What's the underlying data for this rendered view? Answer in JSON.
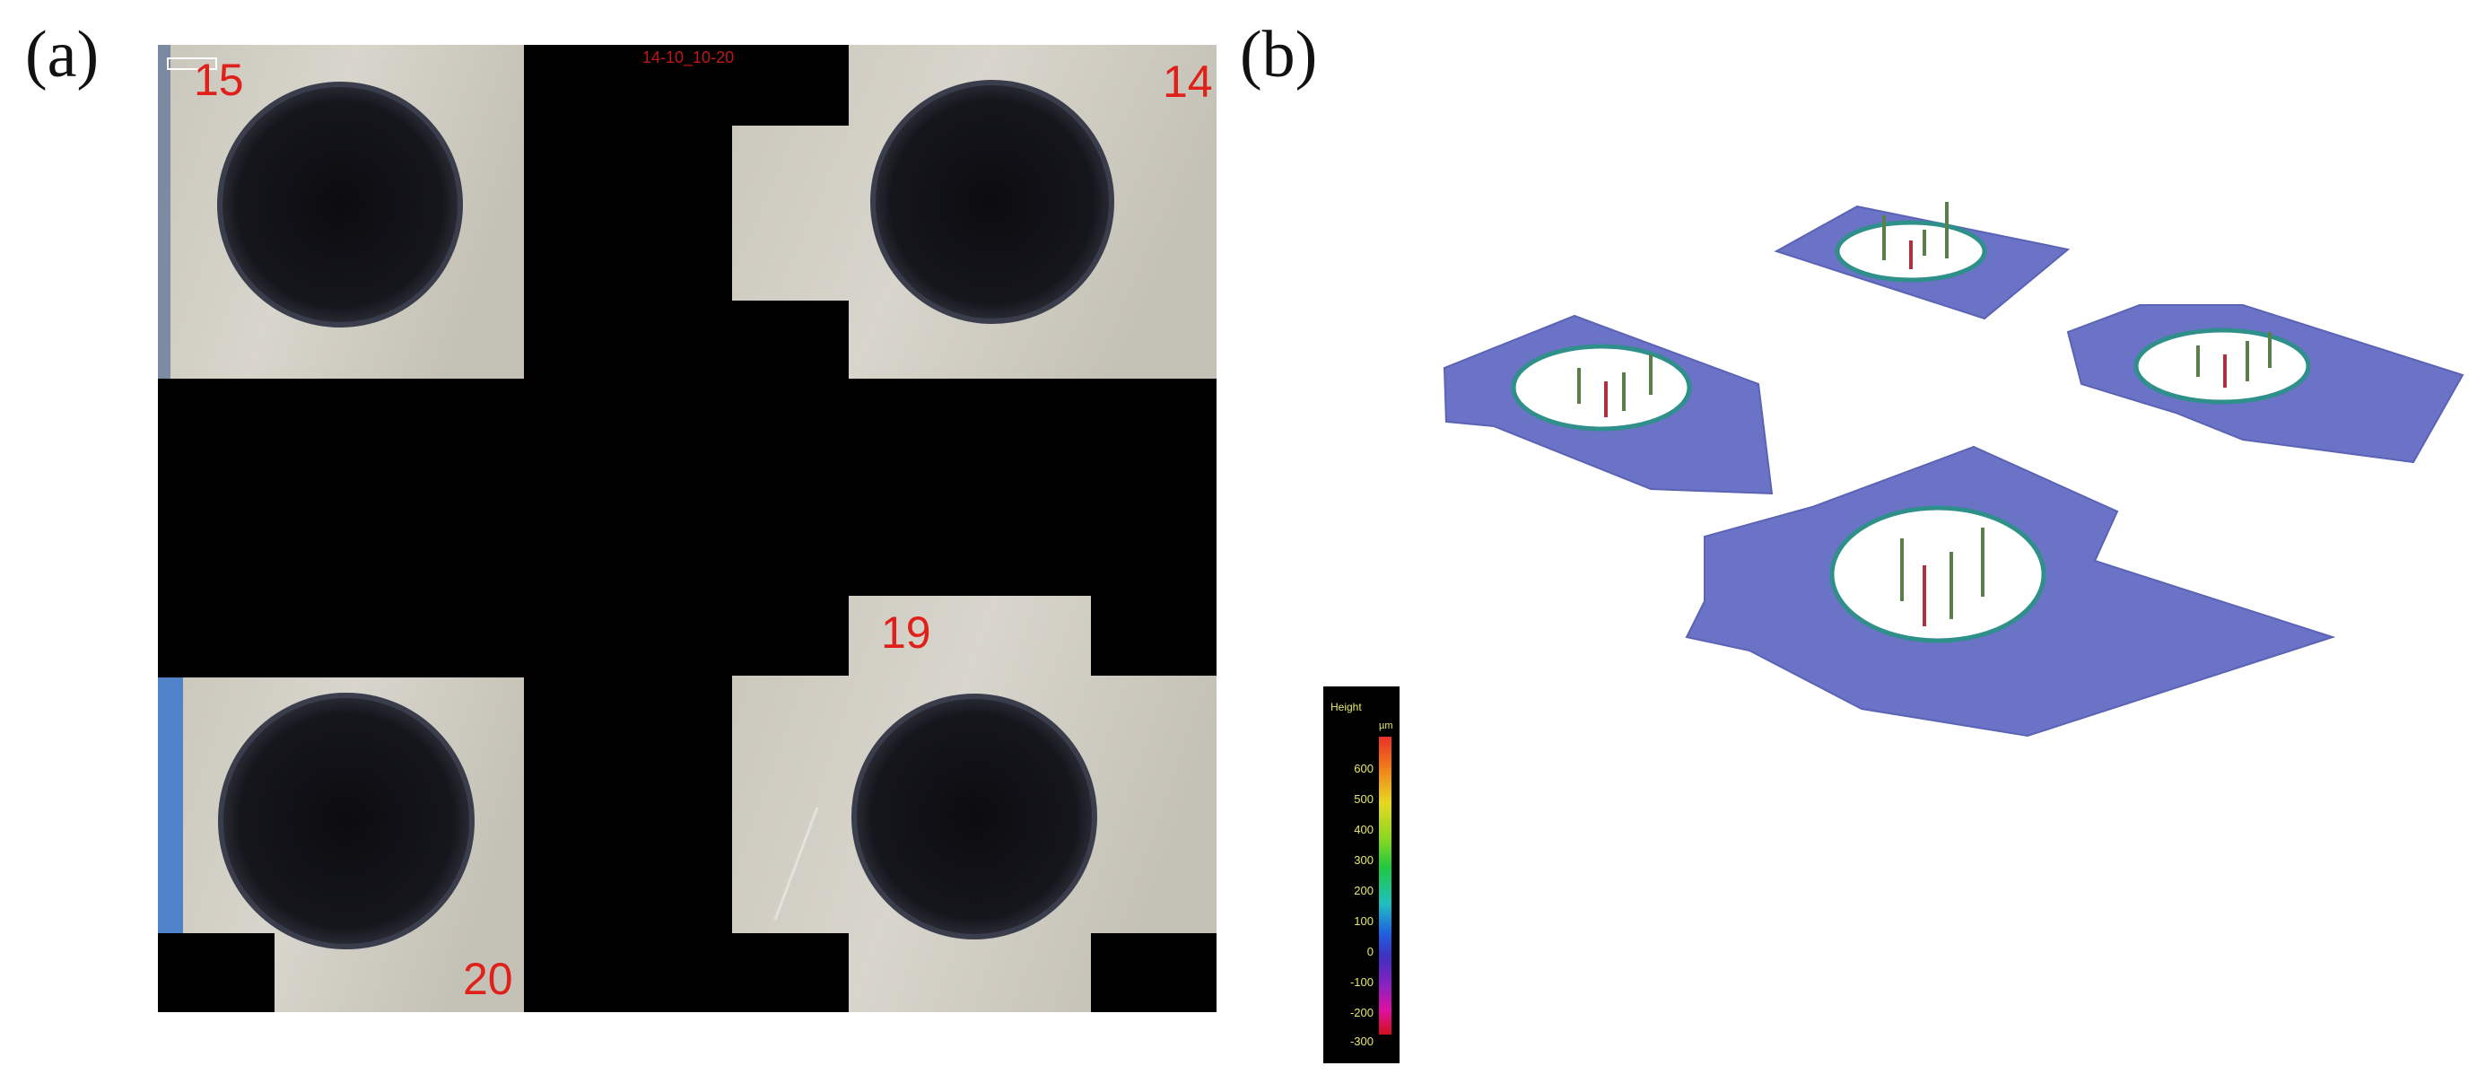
{
  "panel_labels": {
    "a": "(a)",
    "b": "(b)"
  },
  "photo": {
    "sample_numbers": [
      "15",
      "14",
      "19",
      "20"
    ],
    "stamp_text": "14-10_10-20"
  },
  "colorbar": {
    "title": "Height",
    "unit": "µm",
    "ticks": [
      "600",
      "500",
      "400",
      "300",
      "200",
      "100",
      "0",
      "-100",
      "-200",
      "-300"
    ]
  },
  "colors": {
    "sample_number": "#e0201a",
    "surface_fill": "#6a73c6",
    "background_photo": "#000000"
  }
}
